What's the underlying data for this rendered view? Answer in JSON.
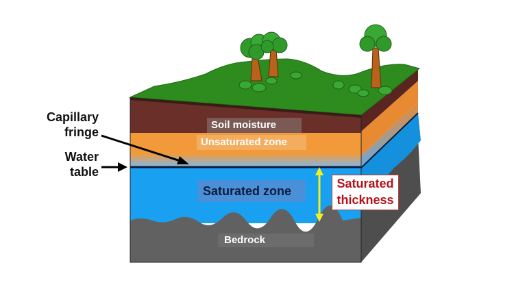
{
  "labels": {
    "capillary_fringe_line1": "Capillary",
    "capillary_fringe_line2": "fringe",
    "water_table_line1": "Water",
    "water_table_line2": "table",
    "soil_moisture": "Soil moisture",
    "unsaturated_zone": "Unsaturated zone",
    "saturated_zone": "Saturated zone",
    "bedrock": "Bedrock",
    "saturated_thickness_line1": "Saturated",
    "saturated_thickness_line2": "thickness"
  },
  "colors": {
    "grass": "#2e8b1e",
    "soil": "#6b2f2a",
    "unsaturated": "#f29a3a",
    "saturated": "#19a0f0",
    "bedrock": "#616161",
    "water_table_line": "#0b1a3a",
    "thickness_arrow": "#f4ef22",
    "thickness_text": "#b5121b",
    "tree_canopy": "#2f9a2a",
    "tree_trunk": "#b8621c"
  }
}
